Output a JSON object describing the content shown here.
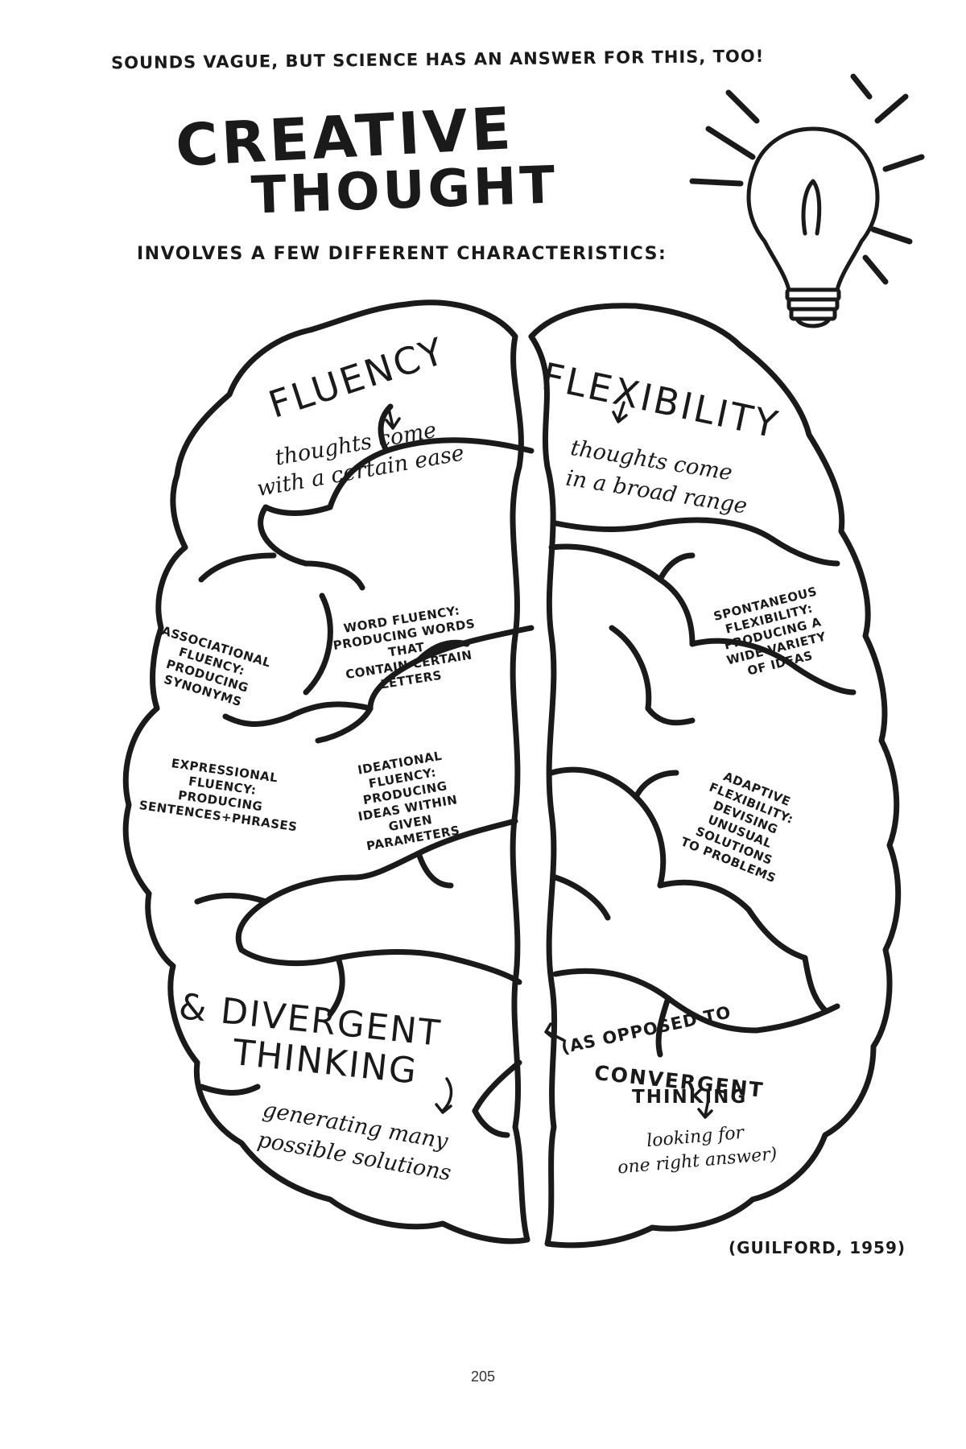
{
  "header": {
    "intro": "SOUNDS VAGUE, BUT SCIENCE HAS AN ANSWER FOR THIS, TOO!",
    "title_line1": "CREATIVE",
    "title_line2": "THOUGHT",
    "subtitle": "INVOLVES A FEW DIFFERENT CHARACTERISTICS:"
  },
  "fluency": {
    "heading": "FLUENCY",
    "desc_line1": "thoughts come",
    "desc_line2": "with a certain ease",
    "associational": [
      "ASSOCIATIONAL",
      "FLUENCY:",
      "PRODUCING",
      "SYNONYMS"
    ],
    "word": [
      "WORD FLUENCY:",
      "PRODUCING WORDS THAT",
      "CONTAIN CERTAIN",
      "LETTERS"
    ],
    "expressional": [
      "EXPRESSIONAL",
      "FLUENCY:",
      "PRODUCING",
      "SENTENCES+PHRASES"
    ],
    "ideational": [
      "IDEATIONAL",
      "FLUENCY:",
      "PRODUCING",
      "IDEAS WITHIN",
      "GIVEN",
      "PARAMETERS"
    ]
  },
  "flexibility": {
    "heading": "FLEXIBILITY",
    "desc_line1": "thoughts come",
    "desc_line2": "in a broad range",
    "spontaneous": [
      "SPONTANEOUS",
      "FLEXIBILITY:",
      "PRODUCING A",
      "WIDE VARIETY",
      "OF IDEAS"
    ],
    "adaptive": [
      "ADAPTIVE",
      "FLEXIBILITY:",
      "DEVISING",
      "UNUSUAL",
      "SOLUTIONS",
      "TO PROBLEMS"
    ]
  },
  "divergent": {
    "heading_line1": "& DIVERGENT",
    "heading_line2": "THINKING",
    "desc_line1": "generating many",
    "desc_line2": "possible solutions"
  },
  "convergent": {
    "line1": "(AS OPPOSED TO",
    "line2": "CONVERGENT",
    "line3": "THINKING",
    "desc_line1": "looking for",
    "desc_line2": "one right answer)"
  },
  "citation": "(GUILFORD, 1959)",
  "page_number": "205"
}
